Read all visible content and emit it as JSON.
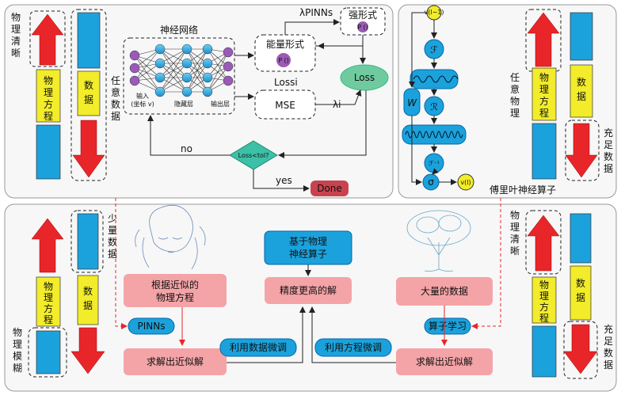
{
  "top_left": {
    "clear_label_chars": [
      "物",
      "理",
      "清",
      "晰"
    ],
    "arbitrary_data_chars": [
      "任",
      "意",
      "数",
      "据"
    ],
    "physics_equation_chars": [
      "物",
      "理",
      "方",
      "程"
    ],
    "data_chars": [
      "数",
      "据"
    ],
    "nn_title": "神经网络",
    "input_label": "输入",
    "input_sub": "(坐标 v)",
    "hidden_label": "隐藏层",
    "output_label": "输出层",
    "energy_form": "能量形式",
    "strong_form": "强形式",
    "lambda_pinns": "λPINNs",
    "loss_i": "Lossi",
    "mse": "MSE",
    "lambda_i": "λi",
    "loss": "Loss",
    "decision": "Loss<tol?",
    "no": "no",
    "yes": "yes",
    "done": "Done"
  },
  "top_right": {
    "arbitrary_physics_chars": [
      "任",
      "意",
      "物",
      "理"
    ],
    "physics_equation_chars": [
      "物",
      "理",
      "方",
      "程"
    ],
    "data_chars": [
      "数",
      "据"
    ],
    "sufficient_data_chars": [
      "充",
      "足",
      "数",
      "据"
    ],
    "fno_label": "傅里叶神经算子",
    "W": "W",
    "F": "ℱ",
    "R": "ℛ",
    "Finv": "ℱ⁻¹",
    "sigma": "σ"
  },
  "bottom": {
    "few_data_chars": [
      "少",
      "量",
      "数",
      "据"
    ],
    "physics_blur_chars": [
      "物",
      "理",
      "模",
      "糊"
    ],
    "physics_clear_chars": [
      "物",
      "理",
      "清",
      "晰"
    ],
    "sufficient_data_chars": [
      "充",
      "足",
      "数",
      "据"
    ],
    "physics_equation_chars": [
      "物",
      "理",
      "方",
      "程"
    ],
    "data_chars": [
      "数",
      "据"
    ],
    "approx_equation": "根据近似的\n物理方程",
    "pinns": "PINNs",
    "approx_solution_left": "求解出近似解",
    "use_data_tune": "利用数据微调",
    "pino": "基于物理\n神经算子",
    "higher_precision": "精度更高的解",
    "use_equation_tune": "利用方程微调",
    "big_data": "大量的数据",
    "operator_learning": "算子学习",
    "approx_solution_right": "求解出近似解"
  },
  "colors": {
    "red": "#e8262a",
    "blue": "#1ba2dc",
    "yellow": "#f2ec2a",
    "pink": "#f4a4a7",
    "green": "#6fcb9f",
    "purple": "#9b5ab4",
    "done": "#c9434f",
    "teal": "#3cc0a8"
  }
}
